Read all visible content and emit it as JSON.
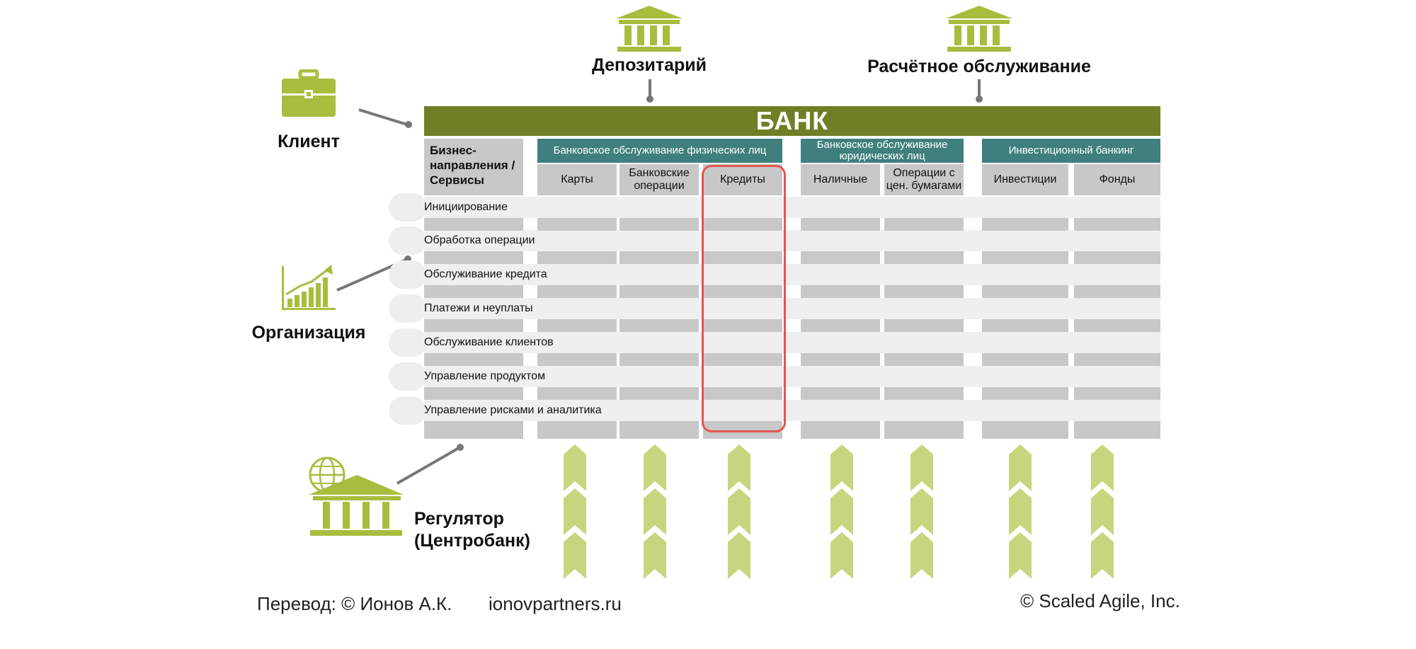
{
  "top_nodes": {
    "depository": "Депозитарий",
    "settlement": "Расчётное обслуживание"
  },
  "side_nodes": {
    "client": "Клиент",
    "organization": "Организация",
    "regulator_line1": "Регулятор",
    "regulator_line2": "(Центробанк)"
  },
  "bank": {
    "title": "БАНК",
    "business_header": "Бизнес-направления / Сервисы",
    "groups": [
      {
        "label": "Банковское обслуживание физических лиц"
      },
      {
        "label": "Банковское обслуживание юридических лиц"
      },
      {
        "label": "Инвестиционный банкинг"
      }
    ],
    "columns": [
      {
        "label": "Карты"
      },
      {
        "label": "Банковские операции"
      },
      {
        "label": "Кредиты"
      },
      {
        "label": "Наличные"
      },
      {
        "label": "Операции с цен. бумагами"
      },
      {
        "label": "Инвестиции"
      },
      {
        "label": "Фонды"
      }
    ],
    "rows": [
      {
        "label": "Инициирование"
      },
      {
        "label": "Обработка операции"
      },
      {
        "label": "Обслуживание кредита"
      },
      {
        "label": "Платежи и неуплаты"
      },
      {
        "label": "Обслуживание клиентов"
      },
      {
        "label": "Управление продуктом"
      },
      {
        "label": "Управление рисками и аналитика"
      }
    ]
  },
  "colors": {
    "accent_green": "#a8bd3e",
    "bank_bar": "#6f7f25",
    "group_header": "#3f7f7e",
    "highlight": "#e0574f",
    "arrow": "#c7d67e"
  },
  "footer": {
    "translation": "Перевод: © Ионов А.К.",
    "site": "ionovpartners.ru",
    "copyright": "© Scaled Agile,  Inc."
  }
}
